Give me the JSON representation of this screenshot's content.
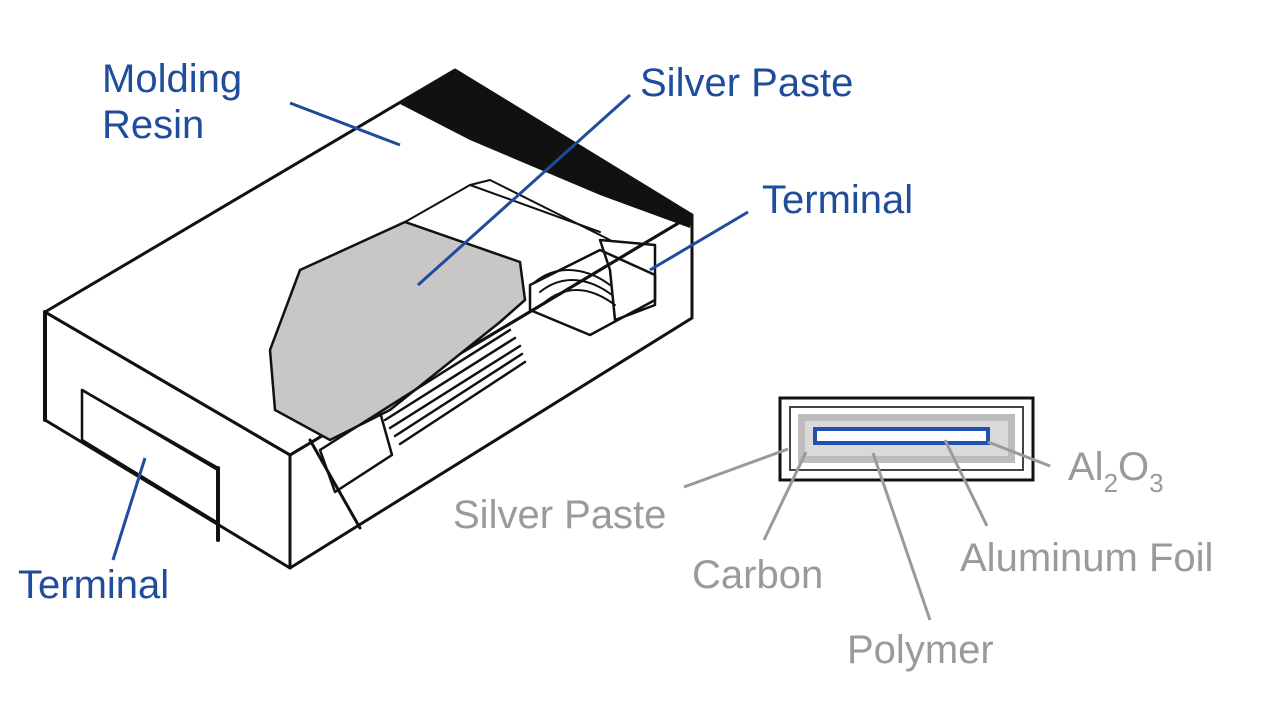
{
  "device_labels": {
    "molding_resin_line1": "Molding",
    "molding_resin_line2": "Resin",
    "silver_paste": "Silver Paste",
    "terminal_right": "Terminal",
    "terminal_left": "Terminal"
  },
  "cross_section_labels": {
    "silver_paste": "Silver Paste",
    "carbon": "Carbon",
    "polymer": "Polymer",
    "aluminum_foil": "Aluminum Foil",
    "al2o3_al": "Al",
    "al2o3_sub2": "2",
    "al2o3_o": "O",
    "al2o3_sub3": "3"
  },
  "colors": {
    "label_blue": "#1f4d9c",
    "label_gray": "#9a9a9a",
    "paste_gray": "#c9c6c6",
    "foil_blue": "#1f4fb0",
    "ink": "#111111"
  }
}
